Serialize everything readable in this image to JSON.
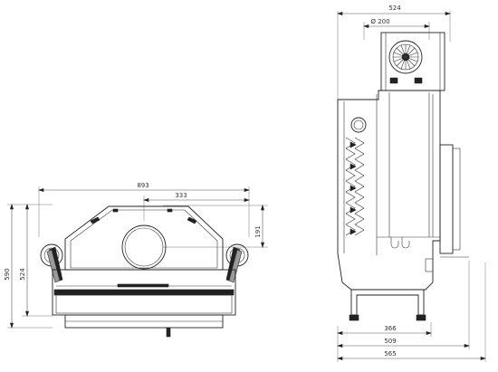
{
  "front_view": {
    "dimensions": {
      "overall_width": "893",
      "offset_to_axis": "333",
      "axis_height": "191",
      "overall_height": "590",
      "body_height": "524"
    }
  },
  "side_view": {
    "dimensions": {
      "top_width": "524",
      "flue_diameter": "Ø 200",
      "base_inner": "366",
      "base_middle": "509",
      "base_overall": "565"
    }
  }
}
